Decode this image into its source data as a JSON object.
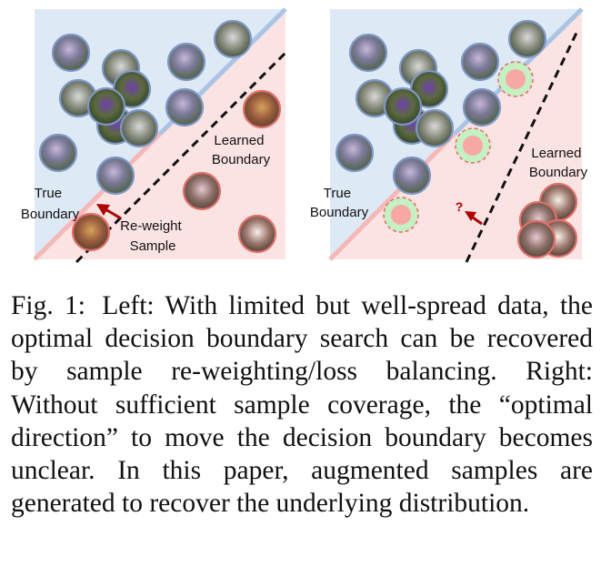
{
  "figure": {
    "left_panel": {
      "true_boundary_label": [
        "True",
        "Boundary"
      ],
      "learned_boundary_label": [
        "Learned",
        "Boundary"
      ],
      "reweight_label": [
        "Re-weight",
        "Sample"
      ]
    },
    "right_panel": {
      "true_boundary_label": [
        "True",
        "Boundary"
      ],
      "learned_boundary_label": [
        "Learned",
        "Boundary"
      ],
      "question_mark": "?"
    },
    "colors": {
      "upper_region": "#dde9f5",
      "lower_region": "#fbe3e3",
      "true_boundary_blue": "#a9c4e4",
      "true_boundary_pink": "#f4b8b8",
      "learned_boundary": "#111111",
      "arrow": "#b00000",
      "class_a_ring": "#7e97c6",
      "class_b_ring": "#e0706a",
      "augmented_fill": "#f7a8a4",
      "augmented_ring": "#c4f0c2"
    }
  },
  "caption": {
    "label": "Fig. 1:",
    "text": "Left: With limited but well-spread data, the optimal decision boundary search can be recovered by sample re-weighting/loss balancing. Right: Without sufficient sample coverage, the “optimal direction” to move the decision boundary becomes unclear. In this paper, augmented samples are generated to recover the underlying distribution."
  }
}
